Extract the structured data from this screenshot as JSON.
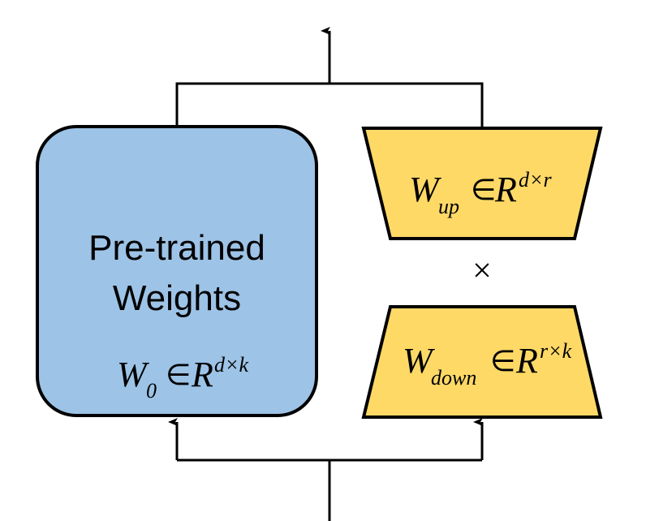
{
  "colors": {
    "pretrained_fill": "#9DC3E6",
    "adapter_fill": "#FFD966",
    "stroke": "#000000",
    "background": "#FFFFFF"
  },
  "pretrained": {
    "title_line1": "Pre-trained",
    "title_line2": "Weights",
    "formula": {
      "symbol": "W",
      "subscript": "0",
      "relation": "∈",
      "space": "R",
      "superscript": "d×k"
    }
  },
  "w_up": {
    "formula": {
      "symbol": "W",
      "subscript": "up",
      "relation": "∈",
      "space": "R",
      "superscript": "d×r"
    }
  },
  "w_down": {
    "formula": {
      "symbol": "W",
      "subscript": "down",
      "relation": "∈",
      "space": "R",
      "superscript": "r×k"
    }
  },
  "multiply_symbol": "×"
}
